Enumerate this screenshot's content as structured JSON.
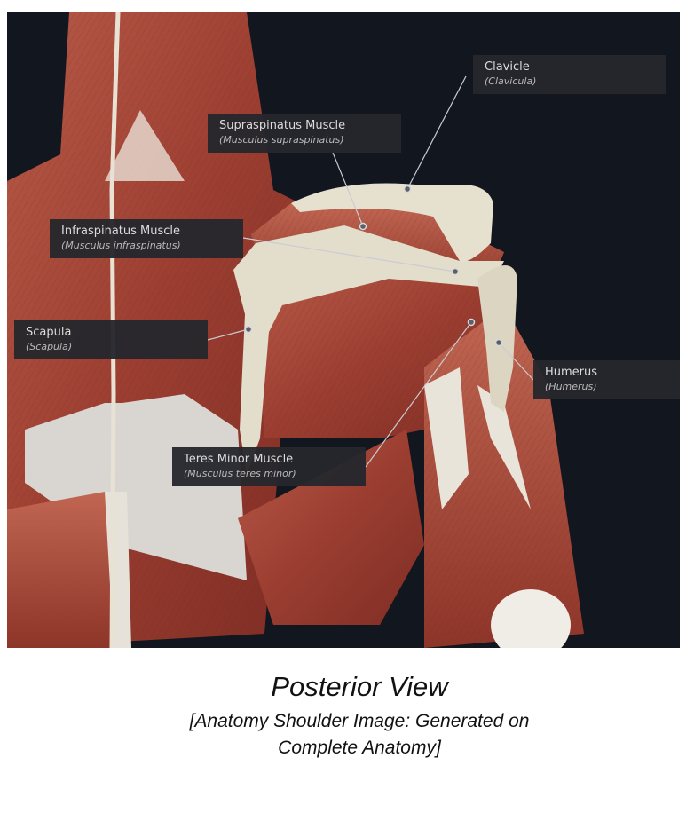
{
  "labels": {
    "clavicle": {
      "name": "Clavicle",
      "latin": "(Clavicula)"
    },
    "supraspinatus": {
      "name": "Supraspinatus Muscle",
      "latin": "(Musculus supraspinatus)"
    },
    "infraspinatus": {
      "name": "Infraspinatus Muscle",
      "latin": "(Musculus infraspinatus)"
    },
    "scapula": {
      "name": "Scapula",
      "latin": "(Scapula)"
    },
    "humerus": {
      "name": "Humerus",
      "latin": "(Humerus)"
    },
    "teres_minor": {
      "name": "Teres Minor Muscle",
      "latin": "(Musculus teres minor)"
    }
  },
  "caption": {
    "title": "Posterior View",
    "line1": "[Anatomy Shoulder Image: Generated on",
    "line2": "Complete Anatomy]"
  },
  "colors": {
    "background": "#12161f",
    "muscle": "#a8493b",
    "bone": "#e3ddcc",
    "label_bg": "#26282d"
  }
}
